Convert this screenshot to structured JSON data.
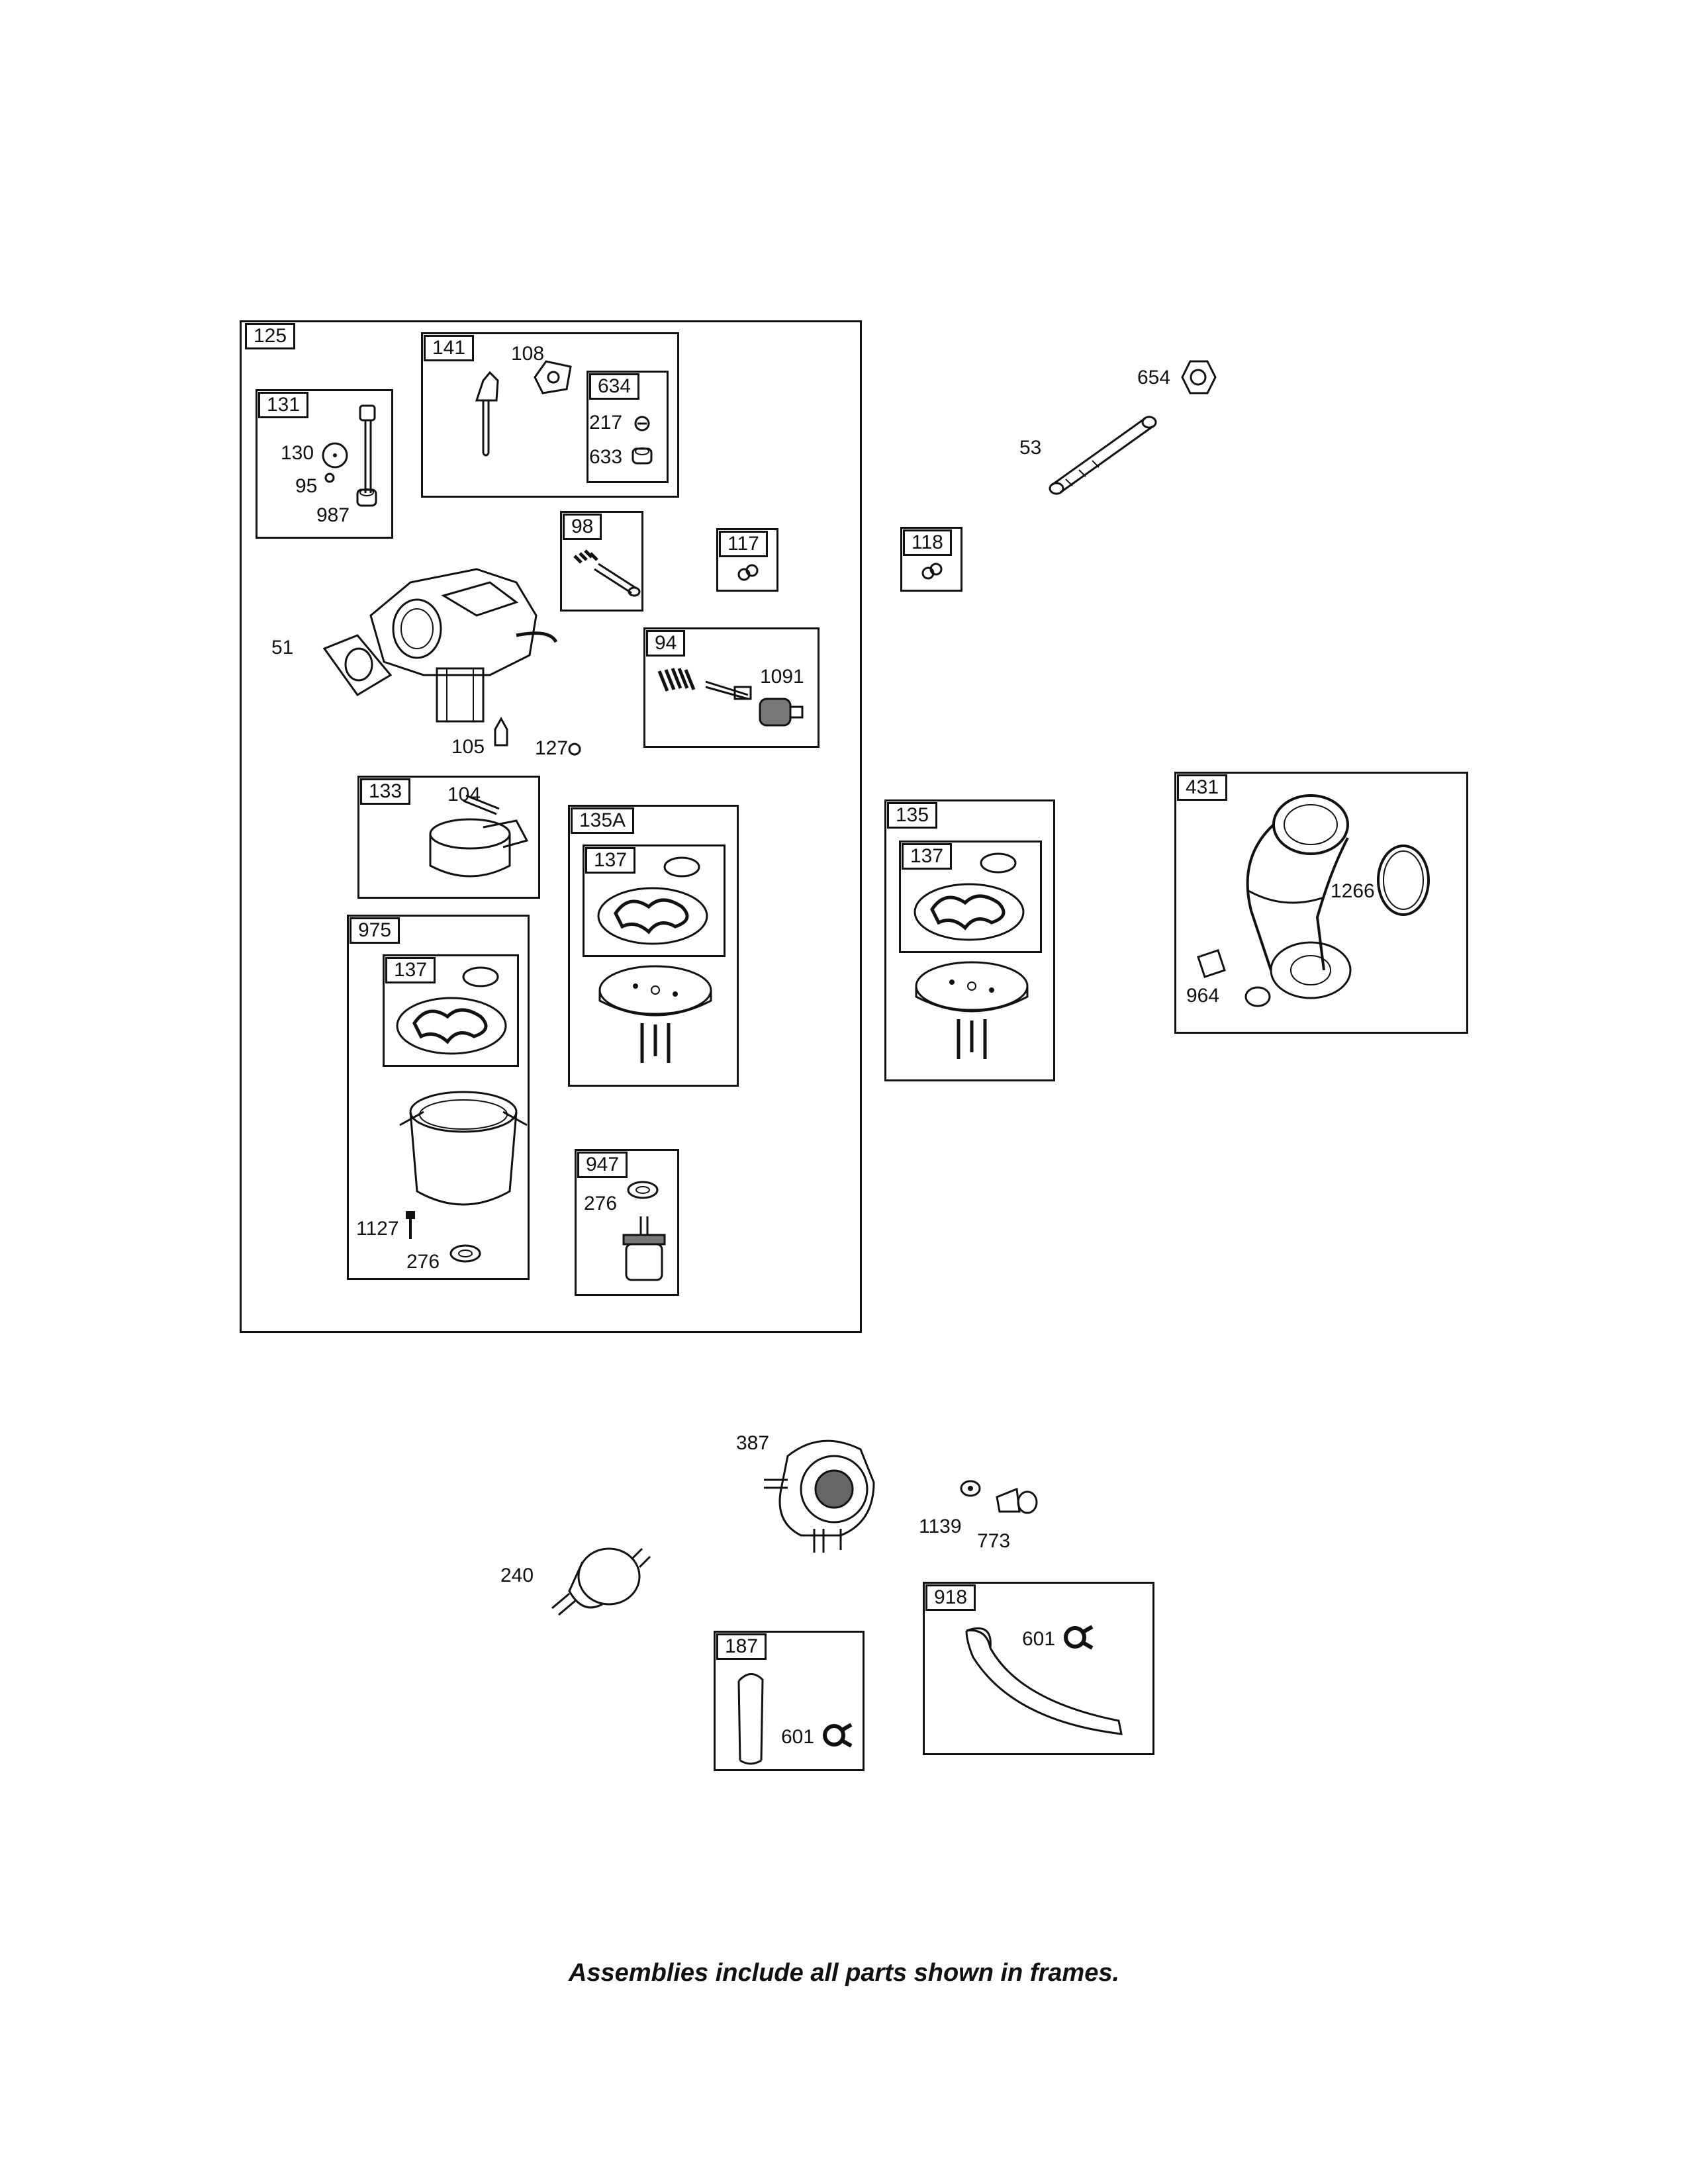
{
  "diagram": {
    "frames": [
      {
        "id": "125"
      },
      {
        "id": "141"
      },
      {
        "id": "634"
      },
      {
        "id": "131"
      },
      {
        "id": "98"
      },
      {
        "id": "117"
      },
      {
        "id": "118"
      },
      {
        "id": "94"
      },
      {
        "id": "133"
      },
      {
        "id": "135A"
      },
      {
        "id": "137-a"
      },
      {
        "id": "135"
      },
      {
        "id": "137-b"
      },
      {
        "id": "975"
      },
      {
        "id": "137-c"
      },
      {
        "id": "947"
      },
      {
        "id": "431"
      },
      {
        "id": "187"
      },
      {
        "id": "918"
      }
    ],
    "tags": {
      "f125": "125",
      "f141": "141",
      "f634": "634",
      "f131": "131",
      "f98": "98",
      "f117": "117",
      "f118": "118",
      "f94": "94",
      "f133": "133",
      "f135A": "135A",
      "f137a": "137",
      "f135": "135",
      "f137b": "137",
      "f975": "975",
      "f137c": "137",
      "f947": "947",
      "f431": "431",
      "f187": "187",
      "f918": "918"
    },
    "labels": {
      "p108": "108",
      "p217": "217",
      "p633": "633",
      "p130": "130",
      "p95": "95",
      "p987": "987",
      "p654": "654",
      "p53": "53",
      "p51": "51",
      "p1091": "1091",
      "p105": "105",
      "p127": "127",
      "p104": "104",
      "p1266": "1266",
      "p964": "964",
      "p1127": "1127",
      "p276a": "276",
      "p276b": "276",
      "p387": "387",
      "p1139": "1139",
      "p773": "773",
      "p240": "240",
      "p601a": "601",
      "p601b": "601"
    },
    "caption": "Assemblies include all parts shown in frames."
  },
  "colors": {
    "ink": "#111111",
    "background": "#ffffff"
  }
}
